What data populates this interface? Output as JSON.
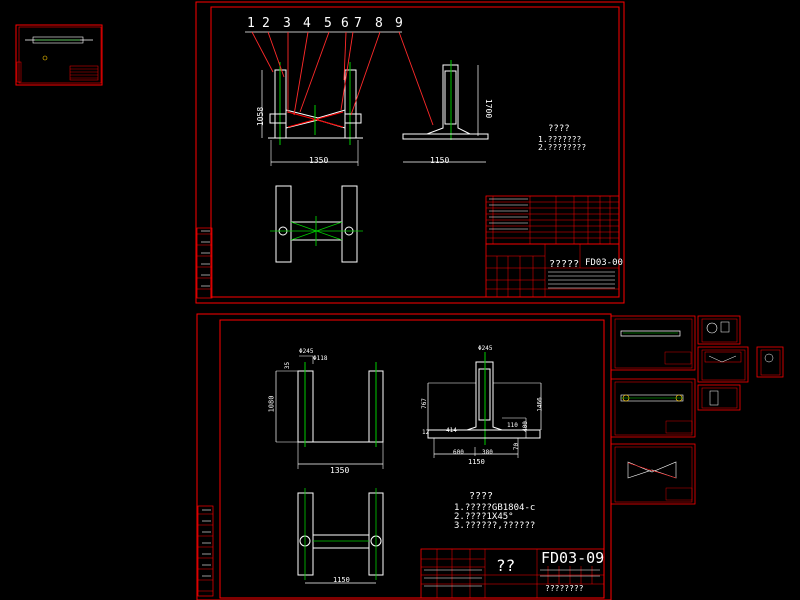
{
  "colors": {
    "background": "#000000",
    "frame": "#ff0000",
    "geometry": "#ffffff",
    "centerline": "#00cc00",
    "dimension": "#ff2a2a",
    "callout_leader": "#ff2a2a",
    "text": "#ffffff"
  },
  "sheet1": {
    "part_numbers": [
      "1",
      "2",
      "3",
      "4",
      "5",
      "6",
      "7",
      "8",
      "9"
    ],
    "dims": {
      "front_width": "1350",
      "front_height": "1058",
      "side_width": "1150",
      "side_height": "1700"
    },
    "notes_title": "????",
    "notes": [
      "1.???????",
      "2.????????"
    ],
    "title_block": {
      "name": "?????",
      "code": "FD03-00"
    }
  },
  "sheet2": {
    "dims": {
      "top_left_1": "Φ245",
      "top_left_2": "Φ118",
      "left_small": "35",
      "front_width": "1350",
      "front_height": "1080",
      "side_top": "Φ245",
      "side_height_left": "767",
      "side_height_right": "1466",
      "side_r1": "110",
      "side_r2": "400",
      "side_left_dim": "414",
      "side_base_left": "600",
      "side_base_mid": "380",
      "side_base_total": "1150",
      "side_base_h": "70",
      "side_left_h": "12",
      "plan_width": "1150"
    },
    "notes_title": "????",
    "notes": [
      "1.?????GB1804-c",
      "2.????1X45°",
      "3.??????,??????"
    ],
    "title_block": {
      "name": "??",
      "code": "FD03-09",
      "sub": "????????"
    }
  }
}
